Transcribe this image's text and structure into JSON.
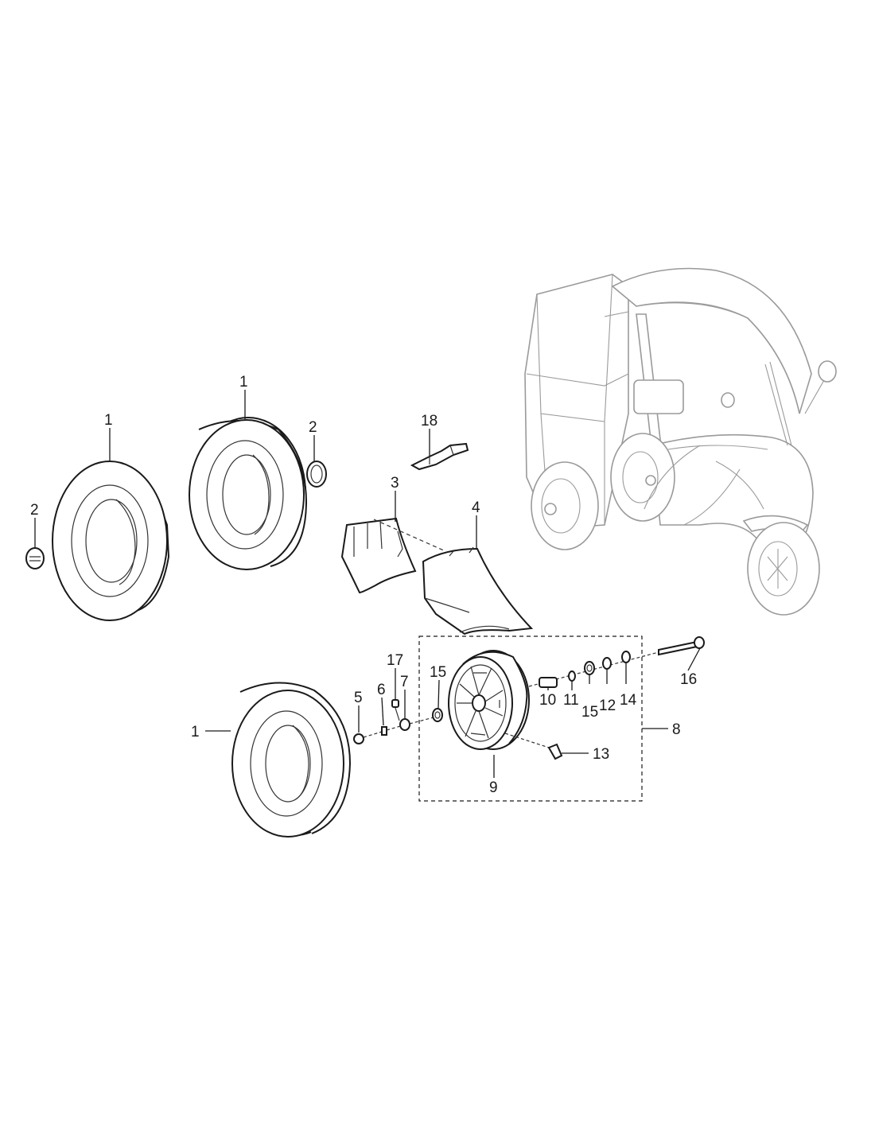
{
  "callouts": [
    {
      "id": "c1a",
      "text": "1"
    },
    {
      "id": "c1b",
      "text": "1"
    },
    {
      "id": "c1c",
      "text": "1"
    },
    {
      "id": "c2a",
      "text": "2"
    },
    {
      "id": "c2b",
      "text": "2"
    },
    {
      "id": "c3",
      "text": "3"
    },
    {
      "id": "c4",
      "text": "4"
    },
    {
      "id": "c5",
      "text": "5"
    },
    {
      "id": "c6",
      "text": "6"
    },
    {
      "id": "c7",
      "text": "7"
    },
    {
      "id": "c8",
      "text": "8"
    },
    {
      "id": "c9",
      "text": "9"
    },
    {
      "id": "c10",
      "text": "10"
    },
    {
      "id": "c11",
      "text": "11"
    },
    {
      "id": "c12",
      "text": "12"
    },
    {
      "id": "c13",
      "text": "13"
    },
    {
      "id": "c14",
      "text": "14"
    },
    {
      "id": "c15a",
      "text": "15"
    },
    {
      "id": "c15b",
      "text": "15"
    },
    {
      "id": "c16",
      "text": "16"
    },
    {
      "id": "c17",
      "text": "17"
    },
    {
      "id": "c18",
      "text": "18"
    }
  ]
}
